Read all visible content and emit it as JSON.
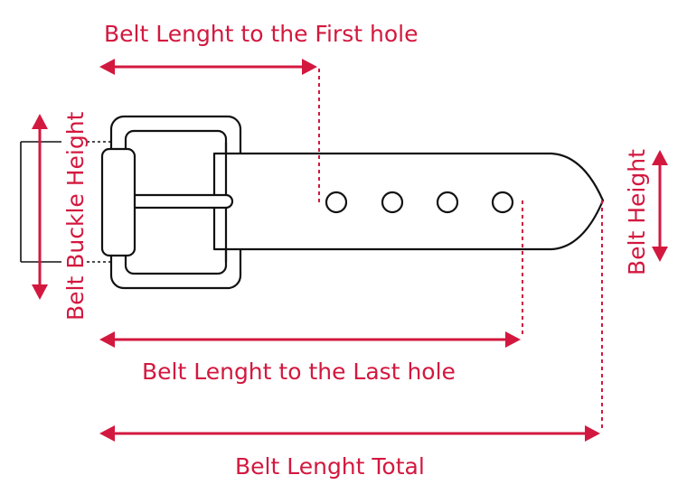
{
  "labels": {
    "first_hole": "Belt Lenght to the First hole",
    "last_hole": "Belt Lenght to the Last hole",
    "total": "Belt Lenght Total",
    "buckle_height": "Belt Buckle Height",
    "belt_height": "Belt Height"
  },
  "belt": {
    "hole_count": 4
  },
  "colors": {
    "accent": "#d3183f",
    "line": "#111111"
  }
}
